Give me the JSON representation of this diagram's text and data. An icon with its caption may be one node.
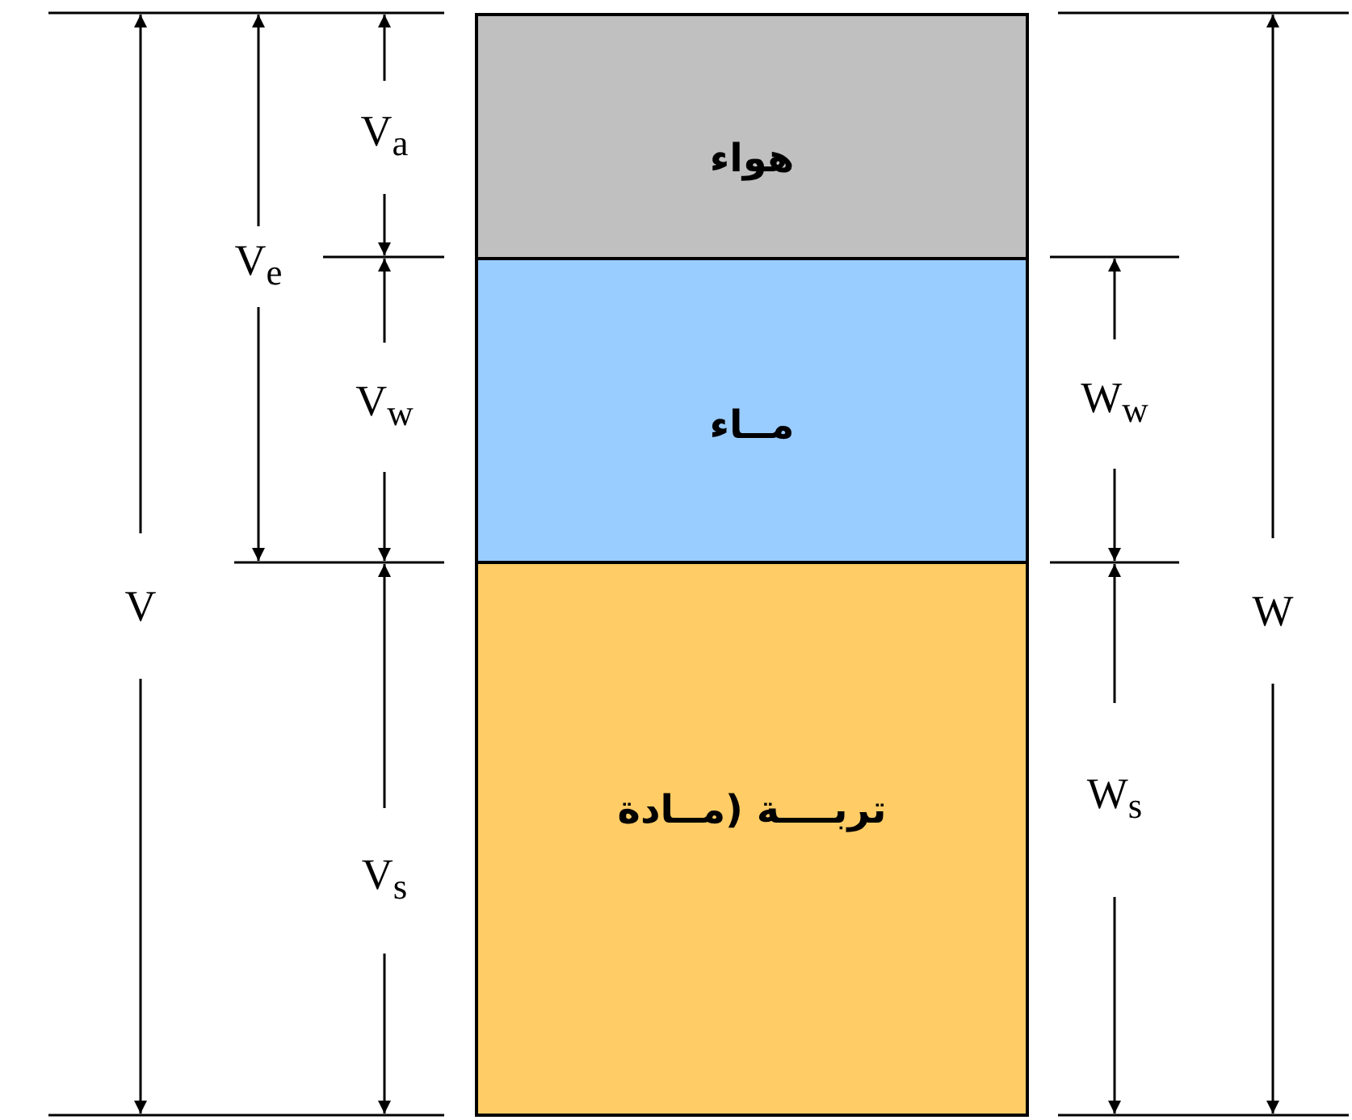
{
  "diagram": {
    "nodes": [
      {
        "text": [
          "هواء"
        ]
      },
      {
        "text": [
          "مــاء"
        ]
      },
      {
        "text": [
          "تربــــة (مــادة"
        ]
      }
    ],
    "labels": [
      "V$_{a}$",
      "V$_{e}$",
      "V$_{w}$",
      "W$_{w}$",
      "V",
      "W",
      "W$_{s}$",
      "V$_{s}$"
    ]
  }
}
